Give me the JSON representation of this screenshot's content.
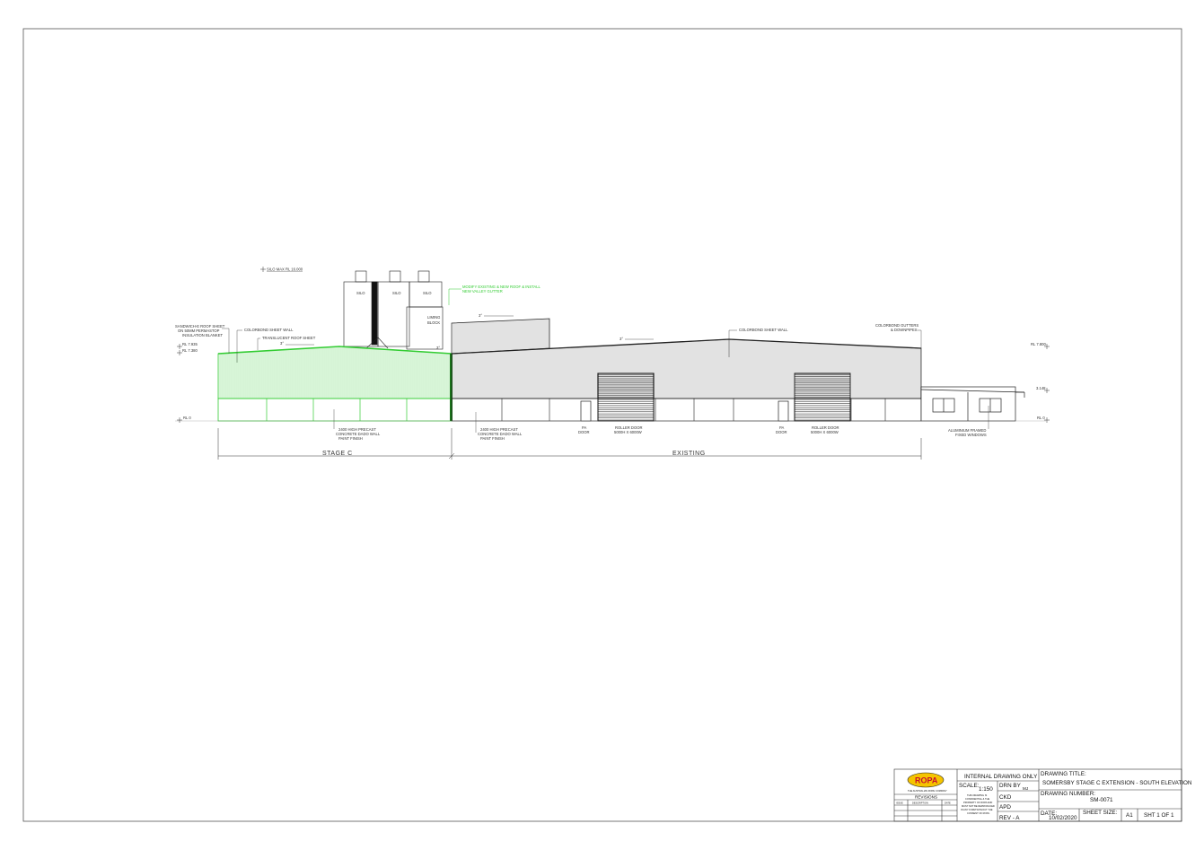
{
  "labels": {
    "silo_max": "SILO MAX RL 16.000",
    "silo": "SILO",
    "liming_block_1": "LIMING",
    "liming_block_2": "BLOCK",
    "green_note_1": "MODIFY EXISTING & NEW ROOF & INSTALL",
    "green_note_2": "NEW VALLEY GUTTER",
    "sandwich_1": "SANDWICH-E ROOF SHEET",
    "sandwich_2": "ON 50MM PERMASTOP",
    "sandwich_3": "INSULATION BLANKET",
    "colorbond_wall_left": "COLORBOND SHEET WALL",
    "translucent_roof": "TRANSLUCENT ROOF SHEET",
    "colorbond_wall_mid": "COLORBOND SHEET WALL",
    "gutters_1": "COLORBOND GUTTERS",
    "gutters_2": "& DOWNPIPES",
    "rl_left_1": "RL 7.935",
    "rl_left_2": "RL 7.380",
    "rl_left_3": "RL 0",
    "rl_right_1": "RL 7.800",
    "rl_right_2": "3.148",
    "rl_right_3": "RL 0",
    "pitch_1": "3°",
    "pitch_2": "3°",
    "pitch_3": "3°",
    "pitch_4": "3°",
    "dado_left_1": "2400 HIGH PRECAST",
    "dado_left_2": "CONCRETE DADO WALL",
    "dado_left_3": "PAINT FINISH",
    "dado_mid_1": "2400 HIGH PRECAST",
    "dado_mid_2": "CONCRETE DADO WALL",
    "dado_mid_3": "PAINT FINISH",
    "pa_door": "PA",
    "pa_door_2": "DOOR",
    "roller_door": "ROLLER DOOR",
    "roller_size": "5000H X 6000W",
    "window_1": "ALUMINIUM FRAMED",
    "window_2": "FIXED WINDOWS",
    "stage_c": "STAGE C",
    "existing": "EXISTING"
  },
  "title_block": {
    "logo": "ROPA",
    "logo_sub": "THE AUSTRALIAN ROPE COMPANY",
    "revisions": "REVISIONS",
    "col_issue": "ISSUE",
    "col_description": "DESCRIPTION",
    "col_date": "DATE",
    "internal": "INTERNAL DRAWING ONLY",
    "scale_label": "SCALE:",
    "scale_value": "1:150",
    "drn_label": "DRN BY",
    "drn_value": "MJ",
    "ckd": "CKD",
    "apd": "APD",
    "confidential": [
      "THIS DRAWING IS",
      "CONFIDENTIAL & THE",
      "PROPERTY OF ROPA AND",
      "MUST NOT BE REPRODUCED",
      "IN ANY FORM WITHOUT THE",
      "CONSENT OF ROPA."
    ],
    "rev": "REV - A",
    "drawing_title_label": "DRAWING TITLE:",
    "drawing_title": "SOMERSBY STAGE C EXTENSION - SOUTH ELEVATION",
    "drawing_number_label": "DRAWING NUMBER:",
    "drawing_number": "SM-0071",
    "date_label": "DATE:",
    "date_value": "10/02/2020",
    "sheet_size_label": "SHEET SIZE:",
    "sheet_size": "A1",
    "sheet_of": "SHT 1 OF 1"
  },
  "colors": {
    "green": "#33cc33",
    "line": "#222222",
    "logo_yellow": "#f5c400",
    "logo_red": "#c8102e"
  }
}
